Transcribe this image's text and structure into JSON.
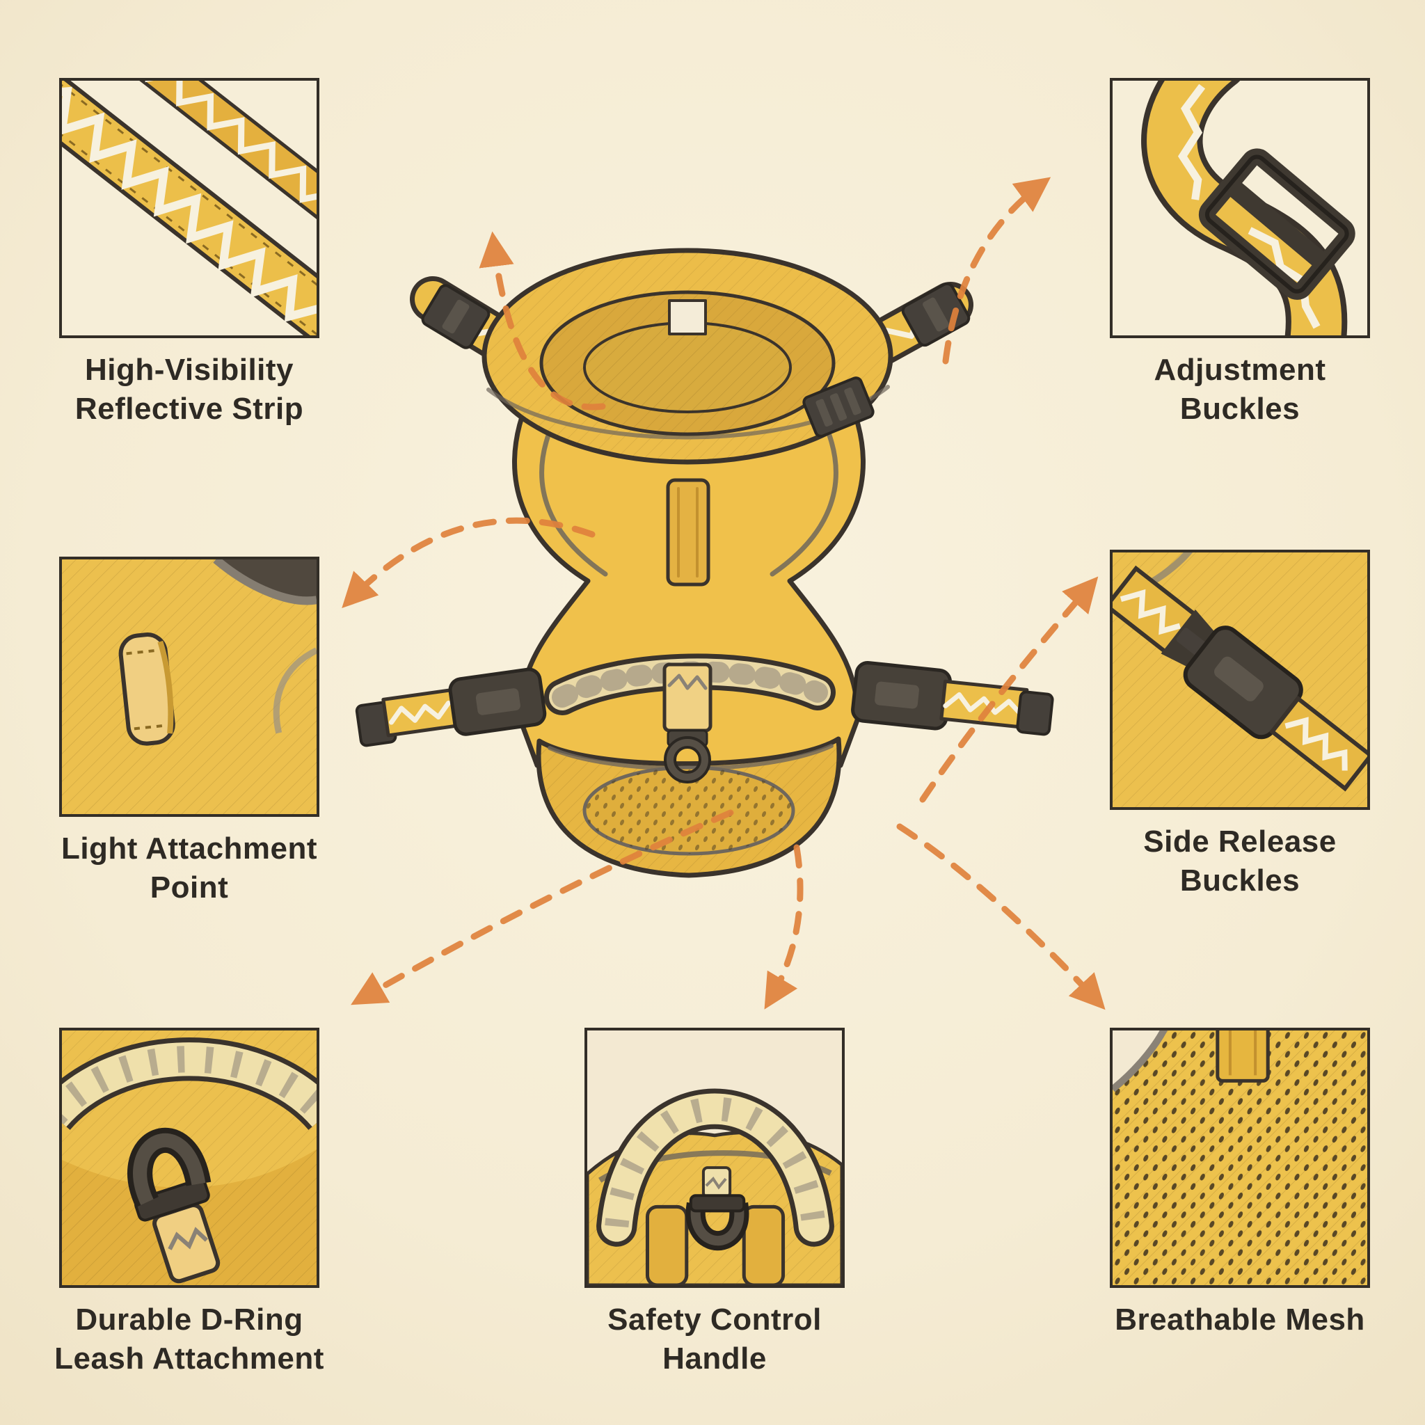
{
  "page": {
    "background_color": "#f6eed8",
    "accent_color": "#e0823c",
    "outline_color": "#332e27",
    "text_color": "#2e2a24",
    "harness_color": "#ecbf4a",
    "subject": "dog-harness-feature-diagram"
  },
  "callouts": [
    {
      "id": "reflective-strip",
      "label": "High-Visibility Reflective Strip",
      "lines": [
        "High-Visibility",
        "Reflective Strip"
      ]
    },
    {
      "id": "adjustment-buckles",
      "label": "Adjustment Buckles",
      "lines": [
        "Adjustment",
        "Buckles"
      ]
    },
    {
      "id": "light-attachment-point",
      "label": "Light Attachment Point",
      "lines": [
        "Light Attachment",
        "Point"
      ]
    },
    {
      "id": "side-release-buckles",
      "label": "Side Release Buckles",
      "lines": [
        "Side Release",
        "Buckles"
      ]
    },
    {
      "id": "d-ring-leash-attachment",
      "label": "Durable D-Ring Leash Attachment",
      "lines": [
        "Durable D-Ring",
        "Leash Attachment"
      ]
    },
    {
      "id": "safety-control-handle",
      "label": "Safety Control Handle",
      "lines": [
        "Safety Control",
        "Handle"
      ]
    },
    {
      "id": "breathable-mesh",
      "label": "Breathable Mesh",
      "lines": [
        "Breathable Mesh"
      ]
    }
  ]
}
